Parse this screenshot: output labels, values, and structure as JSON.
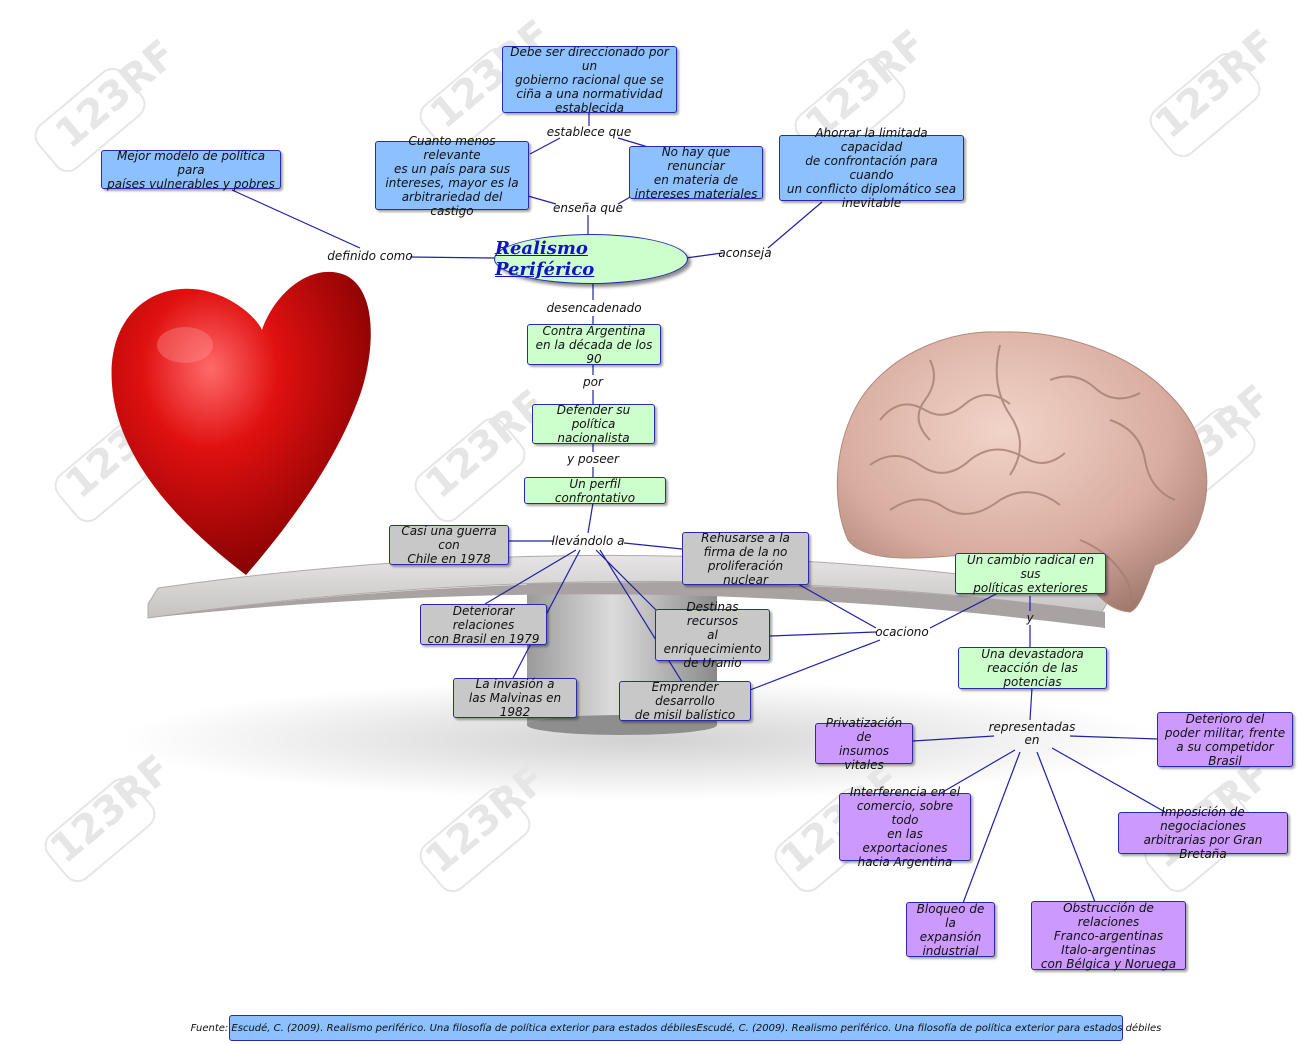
{
  "central": "Realismo Periférico",
  "nodes": {
    "racional": "Debe ser direccionado por un\ngobierno racional que se\nciña a una normatividad\nestablecida",
    "relevante": "Cuanto menos relevante\nes un país para sus\nintereses, mayor es la\narbitrariedad del castigo",
    "renunciar": "No hay que renunciar\nen materia  de\nintereses materiales",
    "mejor_modelo": "Mejor modelo de política para\npaíses vulnerables y pobres",
    "ahorrar": "Ahorrar la limitada capacidad\nde confrontación para cuando\nun  conflicto diplomático sea\ninevitable",
    "contra_argentina": "Contra Argentina\nen la década de los 90",
    "defender": "Defender su política\nnacionalista",
    "perfil": "Un perfil confrontativo",
    "chile": "Casi una guerra con\nChile en 1978",
    "rehusarse": "Rehusarse a la\nfirma de la no\nproliferación nuclear",
    "brasil": "Deteriorar relaciones\ncon Brasil en 1979",
    "uranio": "Destinas recursos\nal enriquecimiento\nde Uranio",
    "malvinas": "La invasión a\nlas Malvinas en 1982",
    "misil": "Emprender desarrollo\nde misil balístico",
    "cambio": "Un cambio radical en sus\npolíticas exteriores",
    "reaccion": "Una devastadora\nreacción de las potencias",
    "privatizacion": "Privatización de\ninsumos vitales",
    "deterioro": "Deterioro del\npoder militar, frente\na su competidor Brasil",
    "interferencia": "Interferencia en el\ncomercio, sobre todo\nen las exportaciones\nhacia Argentina",
    "imposicion": "Imposición de negociaciones\narbitrarias por Gran Bretaña",
    "bloqueo": "Bloqueo de la\nexpansión\nindustrial",
    "obstruccion": "Obstrucción de relaciones\nFranco-argentinas\nItalo-argentinas\ncon Bélgica y Noruega"
  },
  "links": {
    "establece": "establece que",
    "ensena": "enseña que",
    "definido": "definido como",
    "aconseja": "aconseja",
    "desencadenado": "desencadenado",
    "por": "por",
    "poseer": "y poseer",
    "llevandolo": "llevándolo a",
    "ocaciono": "ocaciono",
    "y": "y",
    "representadas": "representadas\nen"
  },
  "source": "Fuente: Escudé, C. (2009). Realismo periférico. Una filosofía de política exterior para estados débilesEscudé, C. (2009). Realismo periférico. Una filosofía de política exterior para estados débiles",
  "watermark": "123RF",
  "colors": {
    "blue_node": "#8cc0ff",
    "green_node": "#ccffcc",
    "gray_node": "#c8c8c8",
    "purple_node": "#cc99ff",
    "border": "#2a2ab0",
    "central_text": "#1212c8",
    "heart": "#d40000",
    "brain": "#d8b0a2"
  },
  "icons": [
    "heart-illustration",
    "brain-illustration",
    "seesaw-plank",
    "seesaw-cylinder"
  ]
}
